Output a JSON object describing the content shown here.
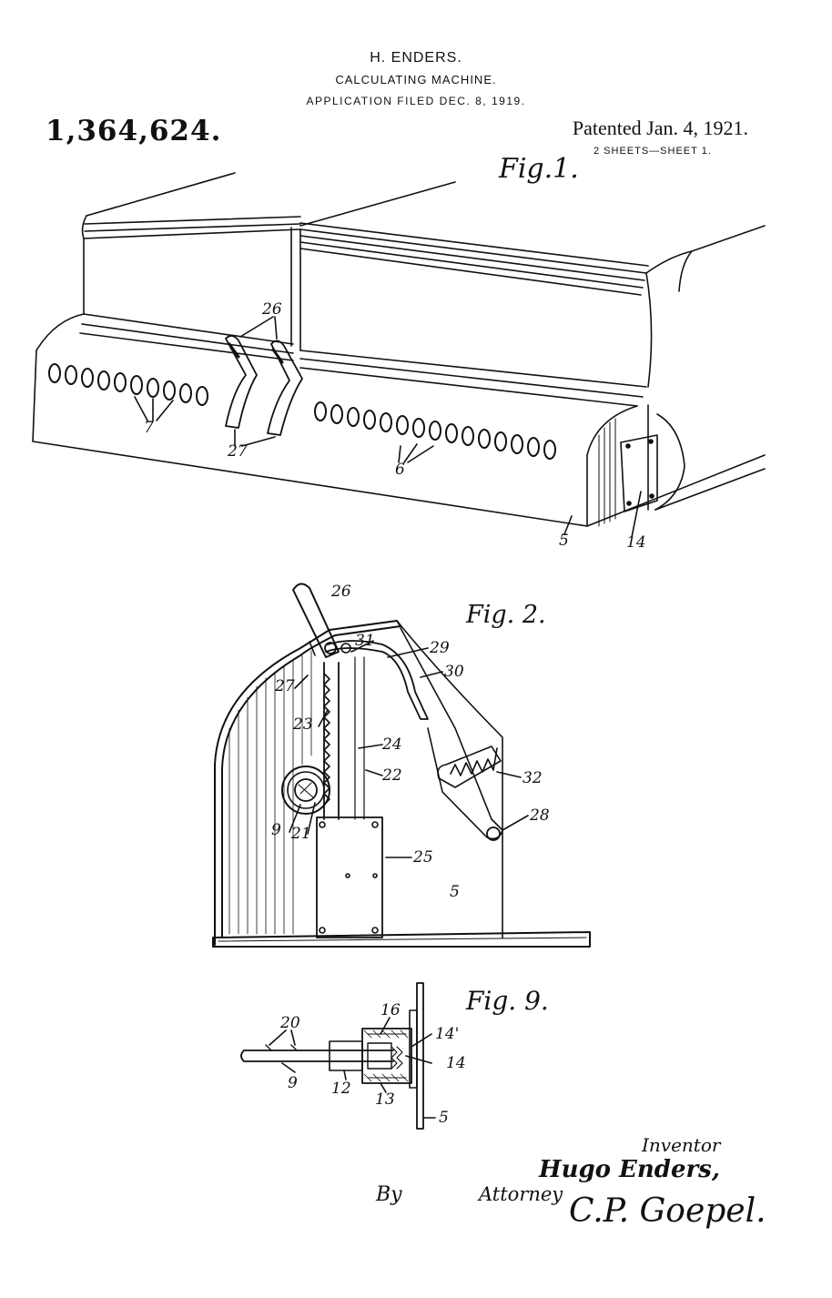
{
  "header": {
    "inventor": "H. ENDERS.",
    "title": "CALCULATING MACHINE.",
    "filed": "APPLICATION FILED DEC. 8, 1919.",
    "patent_number": "1,364,624.",
    "patented": "Patented Jan. 4, 1921.",
    "sheets": "2 SHEETS—SHEET 1."
  },
  "figures": {
    "fig1": {
      "label": "Fig.1.",
      "refs": {
        "r26": "26",
        "r7": "7",
        "r27": "27",
        "r6": "6",
        "r5": "5",
        "r14": "14"
      }
    },
    "fig2": {
      "label": "Fig. 2.",
      "refs": {
        "r26": "26",
        "r31": "31",
        "r29": "29",
        "r30": "30",
        "r27": "27",
        "r23": "23",
        "r24": "24",
        "r22": "22",
        "r32": "32",
        "r28": "28",
        "r9": "9",
        "r21": "21",
        "r25": "25",
        "r5": "5"
      }
    },
    "fig9": {
      "label": "Fig. 9.",
      "refs": {
        "r20": "20",
        "r16": "16",
        "r14p": "14'",
        "r14": "14",
        "r9": "9",
        "r12": "12",
        "r13": "13",
        "r5": "5"
      }
    }
  },
  "signatures": {
    "inventor_label": "Inventor",
    "inventor": "Hugo Enders,",
    "by": "By",
    "attorney_label": "Attorney",
    "attorney": "C.P. Goepel."
  }
}
